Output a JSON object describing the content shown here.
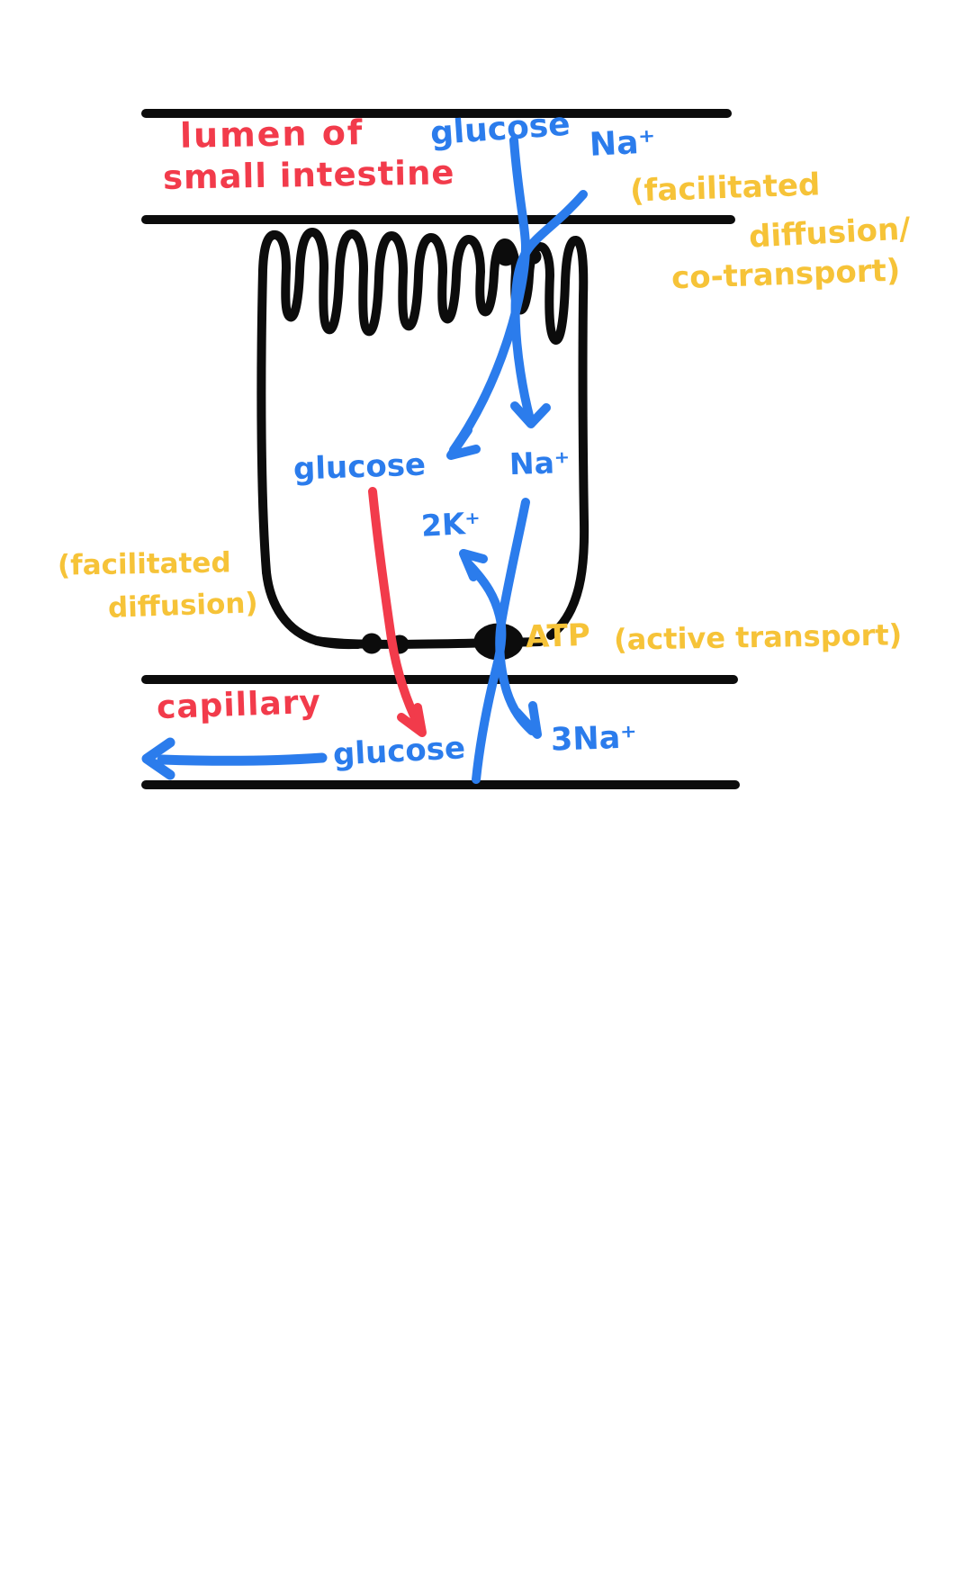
{
  "title": "hand-drawn biology note: glucose absorption in the small intestine",
  "colors": {
    "ink": "#0c0c0c",
    "red": "#f23b4b",
    "blue": "#2b7cec",
    "yellow": "#f6c338",
    "background": "#ffffff"
  },
  "lumen": {
    "label_line1": "lumen of",
    "label_line2": "small intestine",
    "glucose": "glucose",
    "sodium": "Na⁺"
  },
  "cotransport_note": {
    "line1": "(facilitated",
    "line2": "diffusion/",
    "line3": "co-transport)"
  },
  "cell": {
    "glucose": "glucose",
    "sodium": "Na⁺",
    "potassium": "2K⁺"
  },
  "facilitated_note": {
    "line1": "(facilitated",
    "line2": "diffusion)"
  },
  "pump": {
    "atp": "ATP",
    "note": "(active transport)"
  },
  "capillary": {
    "label": "capillary",
    "glucose": "glucose",
    "sodium": "3Na⁺"
  }
}
